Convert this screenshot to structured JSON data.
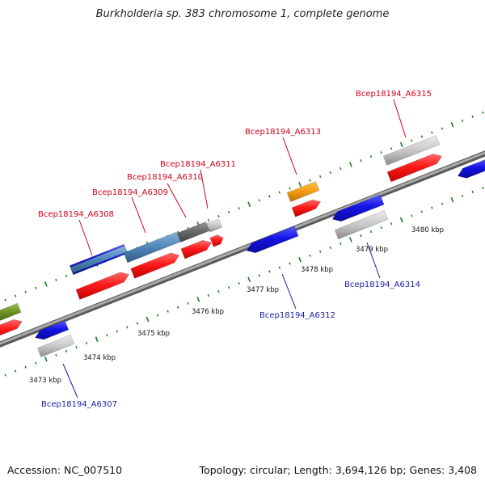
{
  "title": "Burkholderia sp. 383 chromosome 1, complete genome",
  "accession": "Accession: NC_007510",
  "stats": "Topology: circular; Length: 3,694,126 bp; Genes: 3,408",
  "kbp_labels": [
    "3473 kbp",
    "3474 kbp",
    "3475 kbp",
    "3476 kbp",
    "3477 kbp",
    "3478 kbp",
    "3479 kbp",
    "3480 kbp"
  ],
  "gene_labels_forward": [
    "Bcep18194_A6308",
    "Bcep18194_A6309",
    "Bcep18194_A6310",
    "Bcep18194_A6311",
    "Bcep18194_A6313",
    "Bcep18194_A6315"
  ],
  "gene_labels_reverse": [
    "Bcep18194_A6307",
    "Bcep18194_A6312",
    "Bcep18194_A6314"
  ],
  "colors": {
    "forward_label": "#d0021b",
    "reverse_label": "#1a1aa6",
    "cds_forward": "#ff1a1a",
    "cds_reverse": "#1414e6",
    "gene_grey": "#c8c8c8",
    "tick": "#1e7a1e",
    "backbone": "#8a8a8a",
    "orange": "#f39c12",
    "olive": "#6b8e23",
    "steelblue": "#4f86b8",
    "darkgrey": "#666666"
  }
}
